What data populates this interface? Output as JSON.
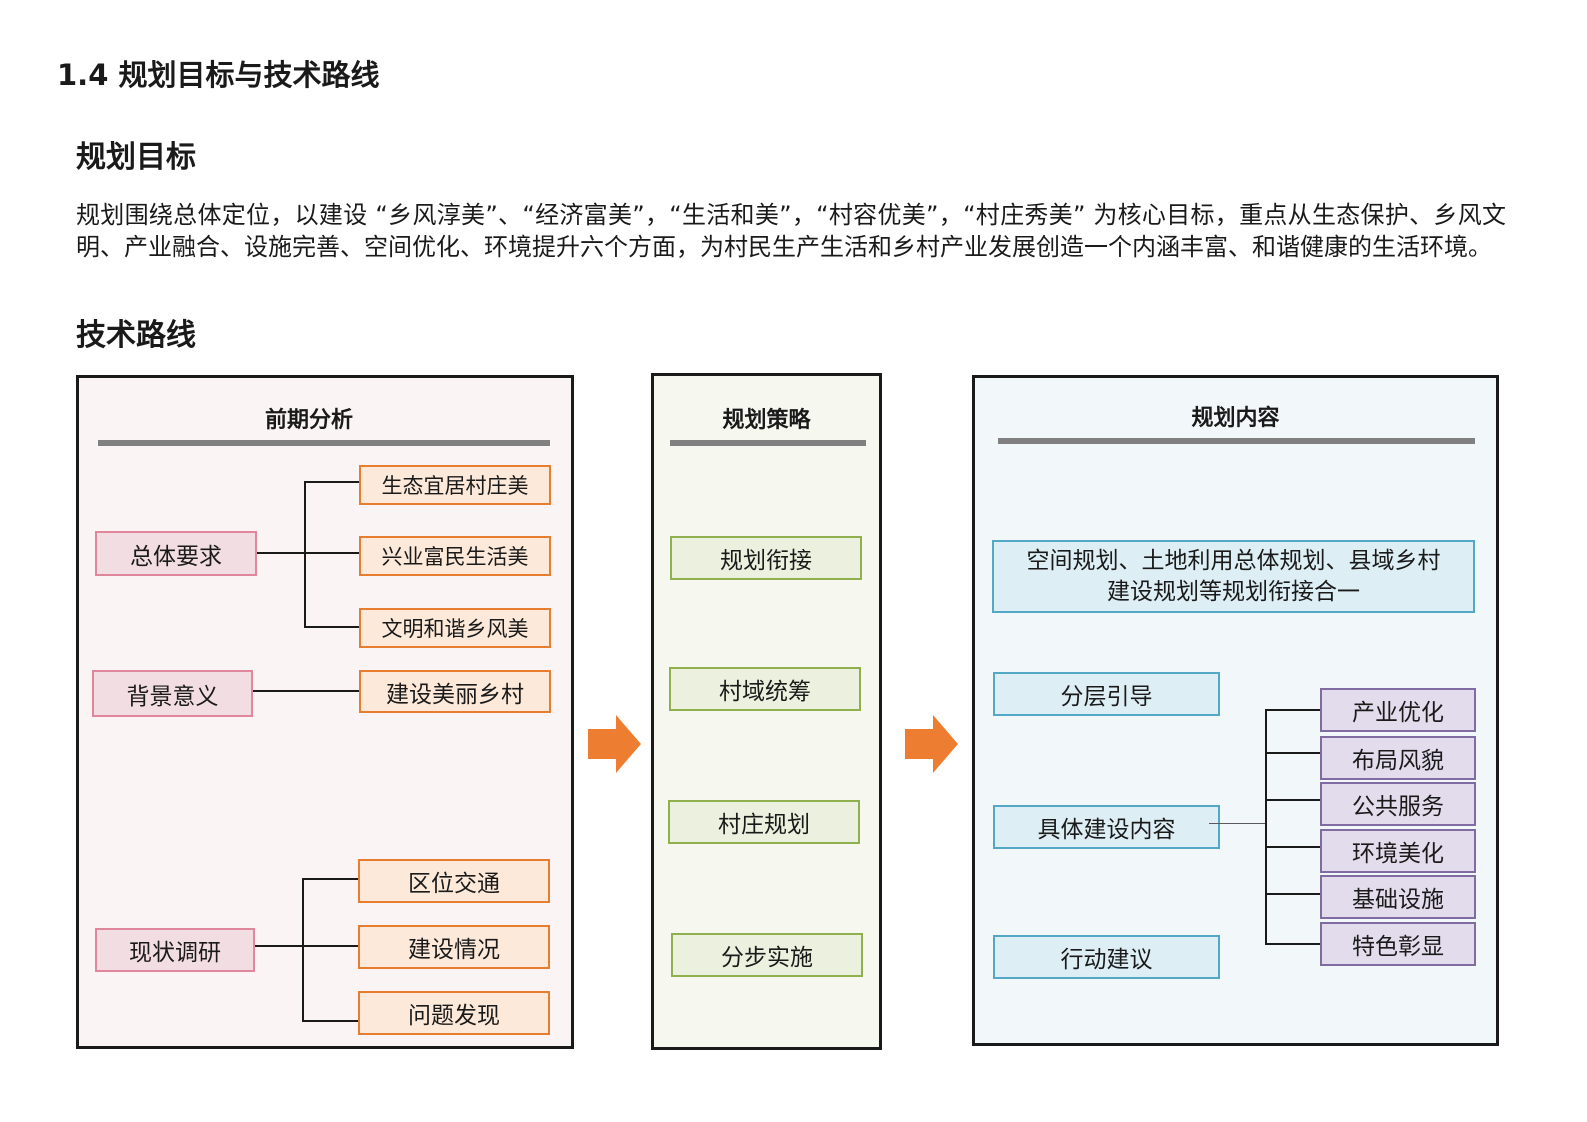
{
  "heading": "1.4 规划目标与技术路线",
  "goal_heading": "规划目标",
  "goal_text": "规划围绕总体定位，以建设 “乡风淳美”、“经济富美”，“生活和美”，“村容优美”，“村庄秀美” 为核心目标，重点从生态保护、乡风文明、产业融合、设施完善、空间优化、环境提升六个方面，为村民生产生活和乡村产业发展创造一个内涵丰富、和谐健康的生活环境。",
  "route_heading": "技术路线",
  "diagram": {
    "analysis": {
      "title": "前期分析",
      "general": {
        "label": "总体要求",
        "items": [
          "生态宜居村庄美",
          "兴业富民生活美",
          "文明和谐乡风美"
        ]
      },
      "background": {
        "label": "背景意义",
        "items": [
          "建设美丽乡村"
        ]
      },
      "survey": {
        "label": "现状调研",
        "items": [
          "区位交通",
          "建设情况",
          "问题发现"
        ]
      }
    },
    "strategy": {
      "title": "规划策略",
      "items": [
        "规划衔接",
        "村域统筹",
        "村庄规划",
        "分步实施"
      ]
    },
    "content": {
      "title": "规划内容",
      "integration_line1": "空间规划、土地利用总体规划、县域乡村",
      "integration_line2": "建设规划等规划衔接合一",
      "layered": "分层引导",
      "specific": "具体建设内容",
      "action": "行动建议",
      "specific_items": [
        "产业优化",
        "布局风貌",
        "公共服务",
        "环境美化",
        "基础设施",
        "特色彰显"
      ]
    },
    "colors": {
      "pink_fill": "#f2dde2",
      "pink_border": "#e0869d",
      "orange_fill": "#fde9d9",
      "orange_border": "#e77d2e",
      "green_fill": "#ebf1de",
      "green_border": "#8fb04d",
      "blue_fill": "#ddeef4",
      "blue_border": "#53a8c6",
      "purple_fill": "#e2dcec",
      "purple_border": "#806ca3",
      "arrow": "#ed7d31"
    }
  }
}
